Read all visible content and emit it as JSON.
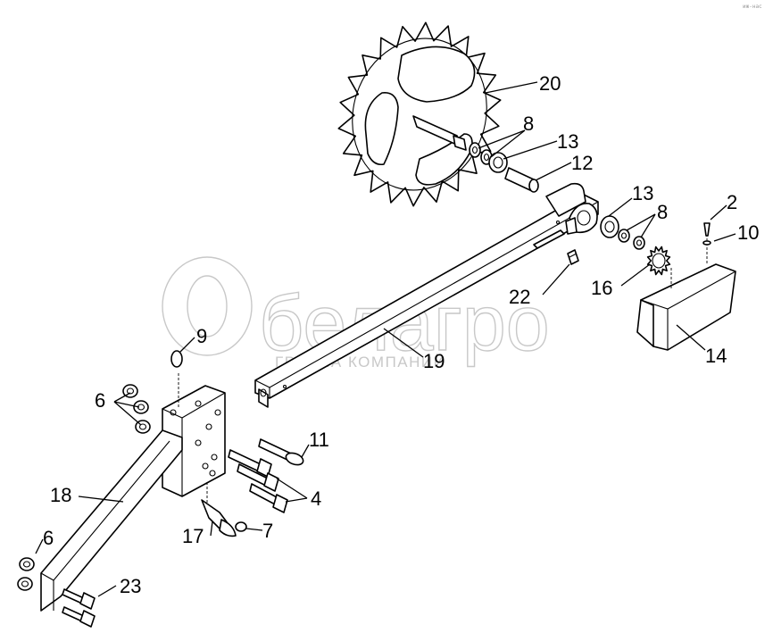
{
  "watermark": {
    "brand": "белагро",
    "tagline": "ГРУППА КОМПАНИЙ"
  },
  "corner_code": "иж-нас",
  "callouts": [
    {
      "id": "2",
      "label": "2"
    },
    {
      "id": "4",
      "label": "4"
    },
    {
      "id": "6a",
      "label": "6"
    },
    {
      "id": "6b",
      "label": "6"
    },
    {
      "id": "7",
      "label": "7"
    },
    {
      "id": "8a",
      "label": "8"
    },
    {
      "id": "8b",
      "label": "8"
    },
    {
      "id": "9",
      "label": "9"
    },
    {
      "id": "10",
      "label": "10"
    },
    {
      "id": "11",
      "label": "11"
    },
    {
      "id": "12",
      "label": "12"
    },
    {
      "id": "13a",
      "label": "13"
    },
    {
      "id": "13b",
      "label": "13"
    },
    {
      "id": "14",
      "label": "14"
    },
    {
      "id": "16",
      "label": "16"
    },
    {
      "id": "17",
      "label": "17"
    },
    {
      "id": "18",
      "label": "18"
    },
    {
      "id": "19",
      "label": "19"
    },
    {
      "id": "20",
      "label": "20"
    },
    {
      "id": "22",
      "label": "22"
    },
    {
      "id": "23",
      "label": "23"
    }
  ]
}
